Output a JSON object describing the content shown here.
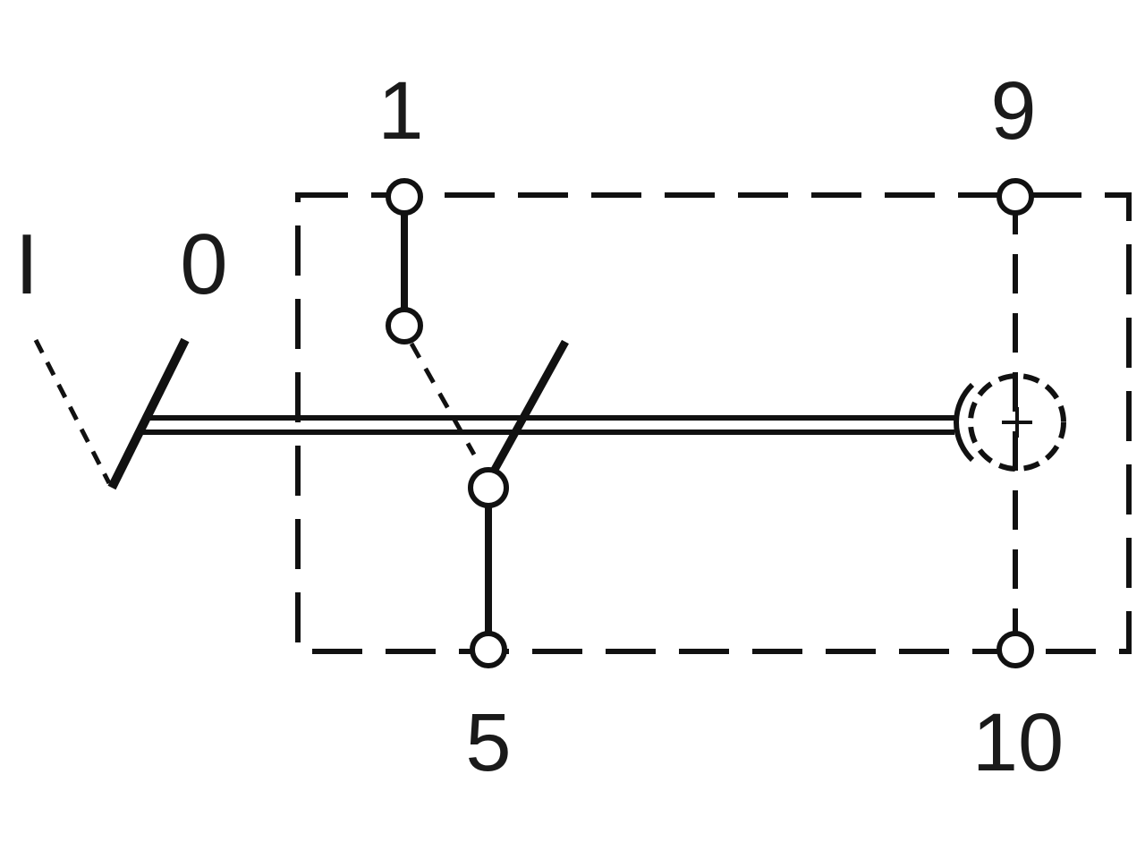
{
  "diagram": {
    "terminals": {
      "t1": "1",
      "t9": "9",
      "t5": "5",
      "t10": "10"
    },
    "positions": {
      "on": "I",
      "off": "0"
    },
    "colors": {
      "line": "#111111",
      "background": "#ffffff"
    },
    "icons": [
      "lamp-icon",
      "rocker-switch-icon"
    ]
  }
}
